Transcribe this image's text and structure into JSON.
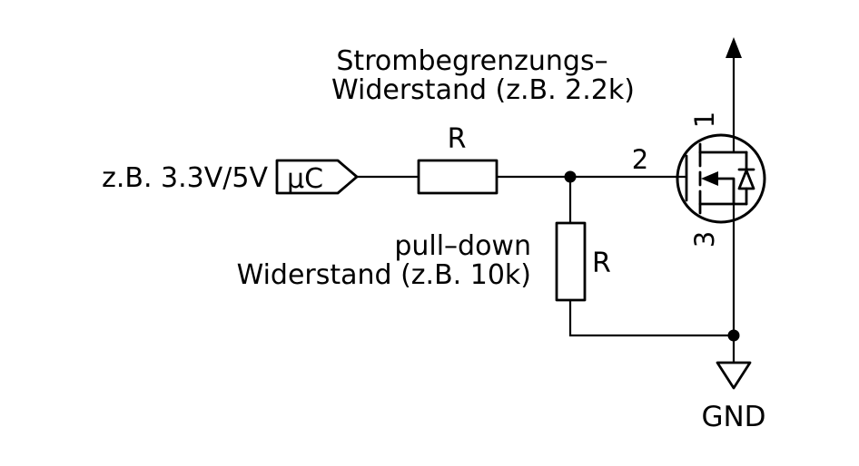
{
  "colors": {
    "annotation": "#0000dd",
    "stroke": "#000000"
  },
  "net_labels": {
    "input": "z.B. 3.3V/5V",
    "mcu_port": "µC",
    "gnd": "GND"
  },
  "annotations": {
    "series": {
      "line1": "Strombegrenzungs–",
      "line2": "Widerstand (z.B. 2.2k)"
    },
    "pulldown": {
      "line1": "pull–down",
      "line2": "Widerstand (z.B. 10k)"
    }
  },
  "components": {
    "series_resistor": {
      "ref": "R"
    },
    "pulldown_resistor": {
      "ref": "R"
    },
    "mosfet": {
      "pin_drain": "1",
      "pin_gate": "2",
      "pin_source": "3"
    }
  }
}
